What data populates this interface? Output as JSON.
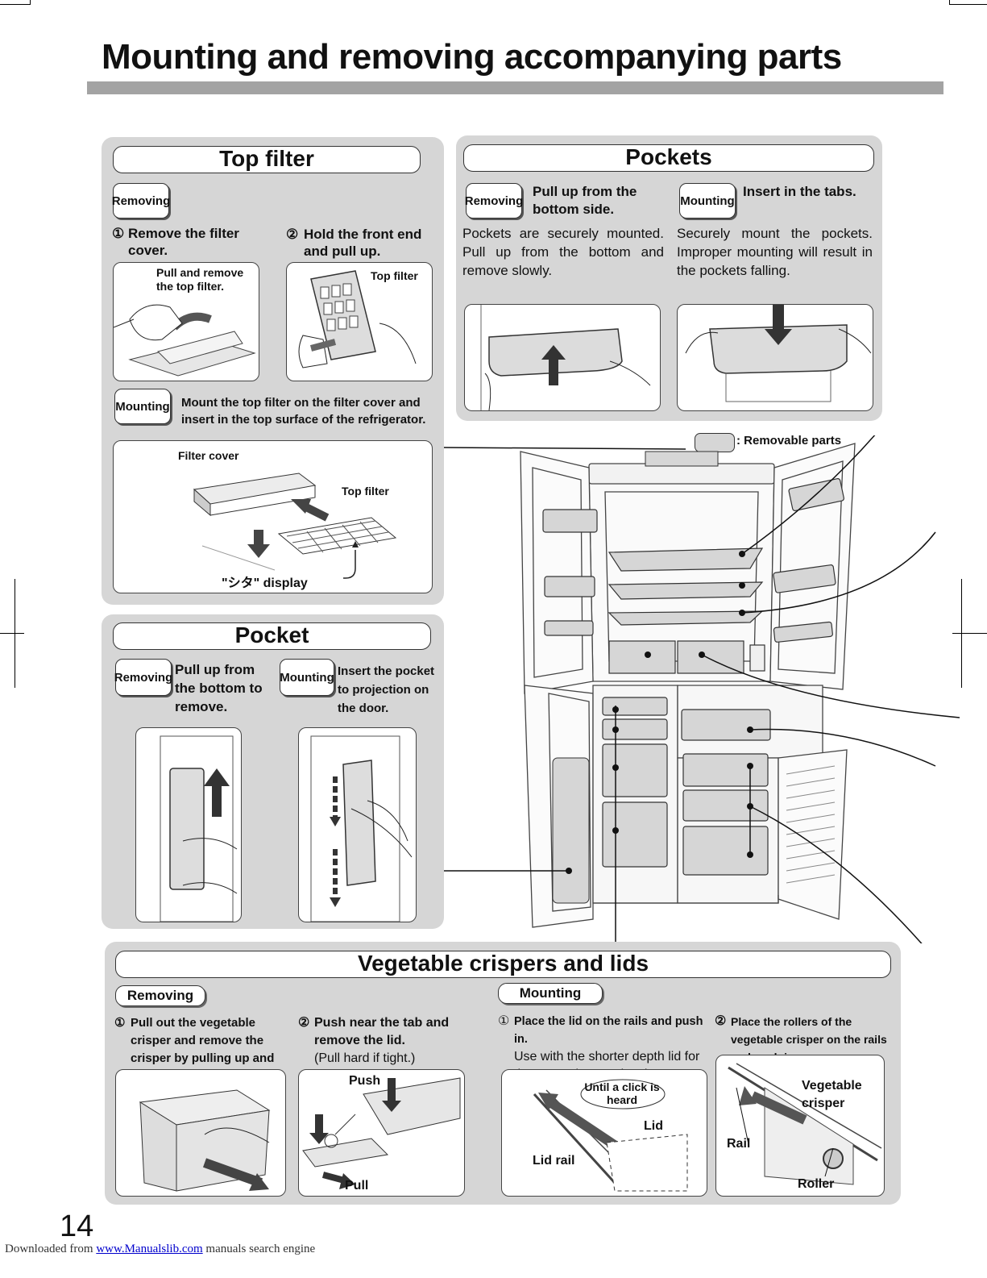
{
  "page": {
    "title": "Mounting and removing accompanying parts",
    "page_number": "14",
    "footer_prefix": "Downloaded from",
    "footer_link": "www.Manualslib.com",
    "footer_suffix": "manuals search engine"
  },
  "top_filter": {
    "heading": "Top filter",
    "removing_tag": "Removing",
    "step1_num": "①",
    "step1": "Remove the filter cover.",
    "step2_num": "②",
    "step2": "Hold the front end and pull up.",
    "img1_label": "Pull and remove the top filter.",
    "img2_label": "Top filter",
    "mounting_tag": "Mounting",
    "mounting_text": "Mount the top filter on the filter cover and insert in the top surface of the refrigerator.",
    "diagram_filter_cover": "Filter cover",
    "diagram_top_filter": "Top filter",
    "diagram_display": "\"シタ\" display"
  },
  "pockets": {
    "heading": "Pockets",
    "removing_tag": "Removing",
    "removing_head": "Pull up from the bottom side.",
    "removing_text": "Pockets are securely mounted. Pull up from the bottom and remove slowly.",
    "mounting_tag": "Mounting",
    "mounting_head": "Insert in the tabs.",
    "mounting_text": "Securely mount the pockets. Improper mounting will result in the pockets falling."
  },
  "legend": {
    "text": ": Removable parts"
  },
  "pocket": {
    "heading": "Pocket",
    "removing_tag": "Removing",
    "removing_text": "Pull up from the bottom to remove.",
    "mounting_tag": "Mounting",
    "mounting_text": "Insert the pocket to projection on the door."
  },
  "crispers": {
    "heading": "Vegetable crispers and lids",
    "removing_tag": "Removing",
    "mounting_tag": "Mounting",
    "r_step1_num": "①",
    "r_step1": "Pull out the vegetable crisper and remove the crisper by pulling up and further out.",
    "r_step2_num": "②",
    "r_step2": "Push near the tab and remove the lid.",
    "r_step2_note": "(Pull hard if tight.)",
    "m_step1_num": "①",
    "m_step1_head": "Place the lid on the rails and push in.",
    "m_step1_text": "Use with the shorter depth lid for the top and second stair.",
    "m_step2_num": "②",
    "m_step2": "Place the rollers of the vegetable crisper on the rails and push in.",
    "img_push": "Push",
    "img_pull": "Pull",
    "img_click": "Until a click is heard",
    "img_lid": "Lid",
    "img_lid_rail": "Lid rail",
    "img_veg": "Vegetable crisper",
    "img_rail": "Rail",
    "img_roller": "Roller"
  }
}
